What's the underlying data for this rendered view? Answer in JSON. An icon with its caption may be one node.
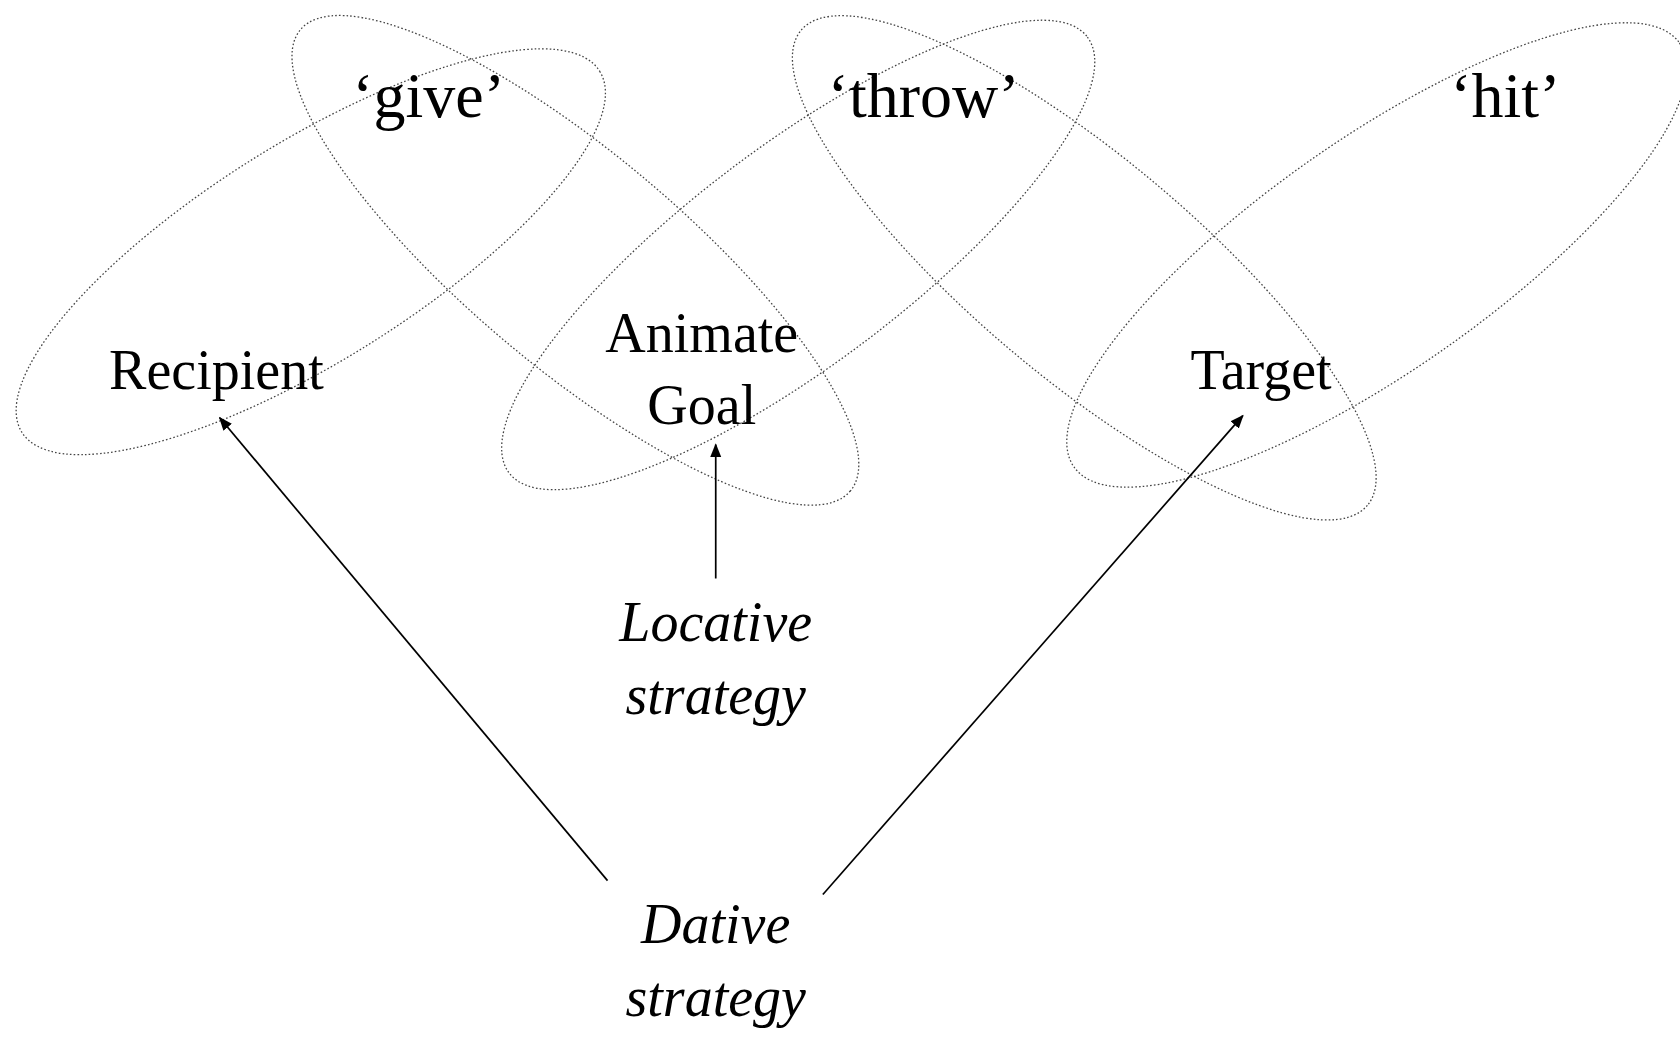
{
  "diagram": {
    "nodes": [
      {
        "text": [
          "Recipient"
        ]
      },
      {
        "text": [
          "Animate Goal"
        ]
      },
      {
        "text": [
          "Target"
        ]
      },
      {
        "text": [
          "Locative strategy"
        ]
      },
      {
        "text": [
          "Dative strategy"
        ]
      }
    ],
    "edges": [
      {
        "from": 4,
        "to": 0,
        "arrow": "to"
      },
      {
        "from": 4,
        "to": 2,
        "arrow": "to"
      },
      {
        "from": 3,
        "to": 1,
        "arrow": "to"
      }
    ],
    "labels": [
      "‘give’",
      "‘throw’",
      "‘hit’"
    ]
  }
}
